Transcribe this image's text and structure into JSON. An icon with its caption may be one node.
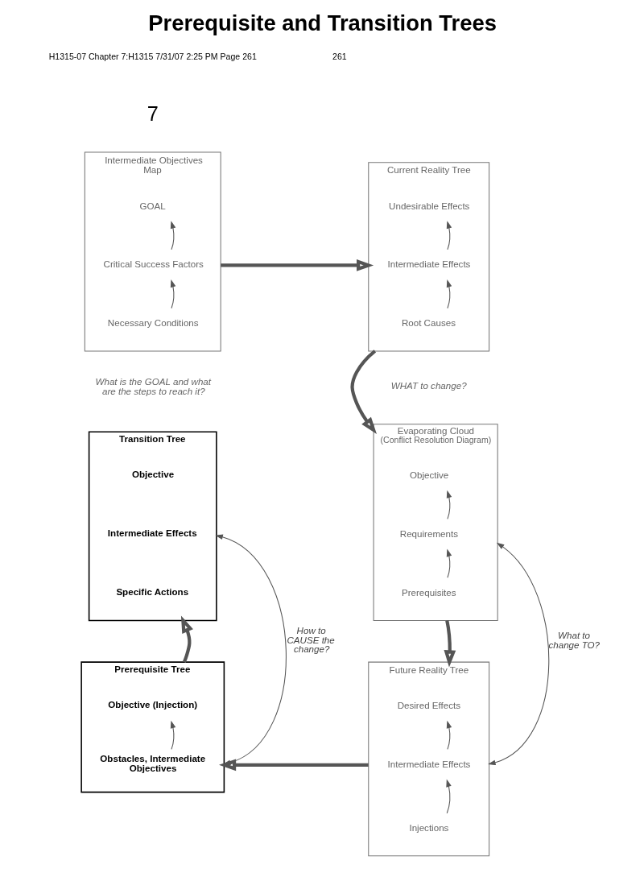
{
  "diagram": {
    "title": "Prerequisite and Transition Trees",
    "nodes": [
      {
        "text": [
          "Intermediate Objectives Map"
        ],
        "beside": [
          "What is the GOAL and what are the steps to reach it?"
        ]
      },
      {
        "text": [
          "GOAL"
        ],
        "in": 0
      },
      {
        "text": [
          "Critical Success Factors"
        ],
        "in": 0
      },
      {
        "text": [
          "Necessary Conditions"
        ],
        "in": 0
      },
      {
        "text": [
          "Current Reality Tree"
        ],
        "beside": [
          "WHAT to change?"
        ]
      },
      {
        "text": [
          "Undesirable Effects"
        ],
        "in": 4
      },
      {
        "text": [
          "Intermediate Effects"
        ],
        "in": 4
      },
      {
        "text": [
          "Root Causes"
        ],
        "in": 4
      },
      {
        "text": [
          "Transition Tree"
        ]
      },
      {
        "text": [
          "Objective"
        ],
        "in": 8
      },
      {
        "text": [
          "Intermediate Effects"
        ],
        "in": 8
      },
      {
        "text": [
          "Specific Actions"
        ],
        "in": 8
      },
      {
        "text": [
          "Evaporating Cloud",
          "(Conflict Resolution Diagram)"
        ]
      },
      {
        "text": [
          "Objective"
        ],
        "in": 12
      },
      {
        "text": [
          "Requirements"
        ],
        "in": 12
      },
      {
        "text": [
          "Prerequisites"
        ],
        "in": 12
      },
      {
        "text": [
          "Prerequisite Tree"
        ]
      },
      {
        "text": [
          "Objective (Injection)"
        ],
        "in": 16
      },
      {
        "text": [
          "Obstacles, Intermediate Objectives"
        ],
        "in": 16
      },
      {
        "text": [
          "Future Reality Tree"
        ]
      },
      {
        "text": [
          "Desired Effects"
        ],
        "in": 19
      },
      {
        "text": [
          "Intermediate Effects"
        ],
        "in": 19
      },
      {
        "text": [
          "Injections"
        ],
        "in": 19
      }
    ],
    "edges": [
      {
        "from": 2,
        "to": 1,
        "arrow": "to"
      },
      {
        "from": 3,
        "to": 2,
        "arrow": "to"
      },
      {
        "from": 6,
        "to": 5,
        "arrow": "to"
      },
      {
        "from": 7,
        "to": 6,
        "arrow": "to"
      },
      {
        "from": 14,
        "to": 13,
        "arrow": "to"
      },
      {
        "from": 15,
        "to": 14,
        "arrow": "to"
      },
      {
        "from": 21,
        "to": 20,
        "arrow": "to"
      },
      {
        "from": 22,
        "to": 21,
        "arrow": "to"
      },
      {
        "from": 18,
        "to": 17,
        "arrow": "to"
      },
      {
        "from": 12,
        "to": 19,
        "arrow": "both",
        "label": "What to change TO?"
      },
      {
        "from": 8,
        "to": 16,
        "arrow": "both",
        "label": "How to CAUSE the change?"
      },
      {
        "from": 0,
        "to": 4,
        "arrow": "to",
        "style": "thick"
      },
      {
        "from": 4,
        "to": 12,
        "arrow": "to",
        "style": "thick"
      },
      {
        "from": 12,
        "to": 19,
        "arrow": "to",
        "style": "thick"
      },
      {
        "from": 19,
        "to": 16,
        "arrow": "to",
        "style": "thick"
      },
      {
        "from": 16,
        "to": 8,
        "arrow": "to",
        "style": "thick"
      }
    ],
    "labels": [
      "H1315-07 Chapter 7:H1315 7/31/07 2:25 PM Page 261",
      "7",
      "261"
    ]
  }
}
